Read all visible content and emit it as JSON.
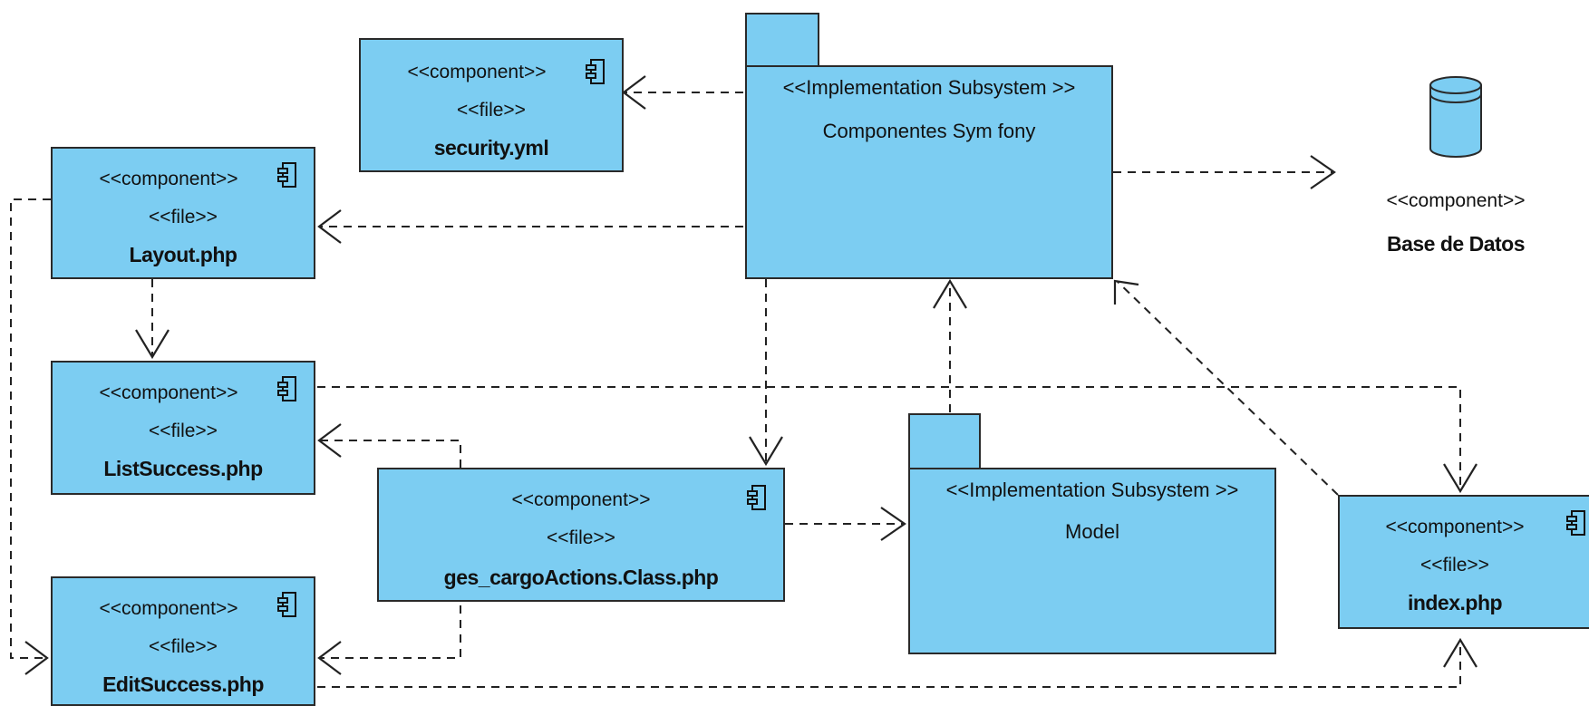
{
  "diagram": {
    "components": [
      {
        "id": "security",
        "stereotype": "<<component>>",
        "file": "<<file>>",
        "name": "security.yml"
      },
      {
        "id": "layout",
        "stereotype": "<<component>>",
        "file": "<<file>>",
        "name": "Layout.php"
      },
      {
        "id": "listsuccess",
        "stereotype": "<<component>>",
        "file": "<<file>>",
        "name": "ListSuccess.php"
      },
      {
        "id": "gescargo",
        "stereotype": "<<component>>",
        "file": "<<file>>",
        "name": "ges_cargoActions.Class.php"
      },
      {
        "id": "editsuccess",
        "stereotype": "<<component>>",
        "file": "<<file>>",
        "name": "EditSuccess.php"
      },
      {
        "id": "index",
        "stereotype": "<<component>>",
        "file": "<<file>>",
        "name": "index.php"
      }
    ],
    "packages": [
      {
        "id": "symfony",
        "stereotype": "<<Implementation Subsystem >>",
        "name": "Componentes Sym fony"
      },
      {
        "id": "model",
        "stereotype": "<<Implementation Subsystem >>",
        "name": "Model"
      }
    ],
    "database": {
      "stereotype": "<<component>>",
      "name": "Base de Datos"
    },
    "colors": {
      "fill": "#7ccdf2",
      "stroke": "#2a2a2a",
      "db_fill": "#7ccdf2"
    }
  }
}
